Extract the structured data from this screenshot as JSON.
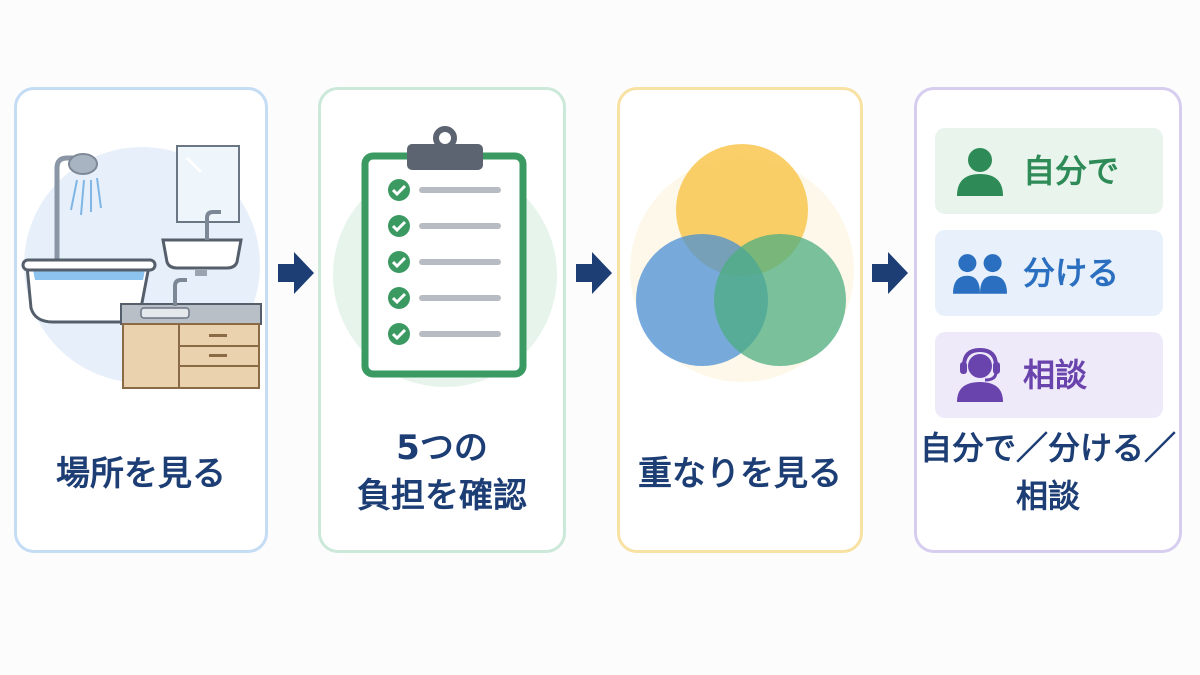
{
  "steps": [
    {
      "title_lines": [
        "場所を見る"
      ],
      "icon": "bathroom-icon",
      "accent": "#c5dcf5"
    },
    {
      "title_lines": [
        "5つの",
        "負担を確認"
      ],
      "icon": "checklist-clipboard-icon",
      "accent": "#cce8d9"
    },
    {
      "title_lines": [
        "重なりを見る"
      ],
      "icon": "venn-diagram-icon",
      "accent": "#f7e2a3"
    },
    {
      "title_lines": [
        "自分で／分ける／",
        "相談"
      ],
      "icon": "options-icon",
      "accent": "#d7cdef"
    }
  ],
  "options": [
    {
      "label": "自分で",
      "icon": "person-icon",
      "color": "#2e8b57"
    },
    {
      "label": "分ける",
      "icon": "two-people-icon",
      "color": "#2a6fc0"
    },
    {
      "label": "相談",
      "icon": "headset-person-icon",
      "color": "#6a44ad"
    }
  ],
  "colors": {
    "title": "#1d3e75",
    "arrow": "#1d3e75",
    "venn_yellow": "#f9c74f",
    "venn_blue": "#4a8fd4",
    "venn_green": "#4cae80",
    "clipboard_green": "#3a9a62"
  }
}
